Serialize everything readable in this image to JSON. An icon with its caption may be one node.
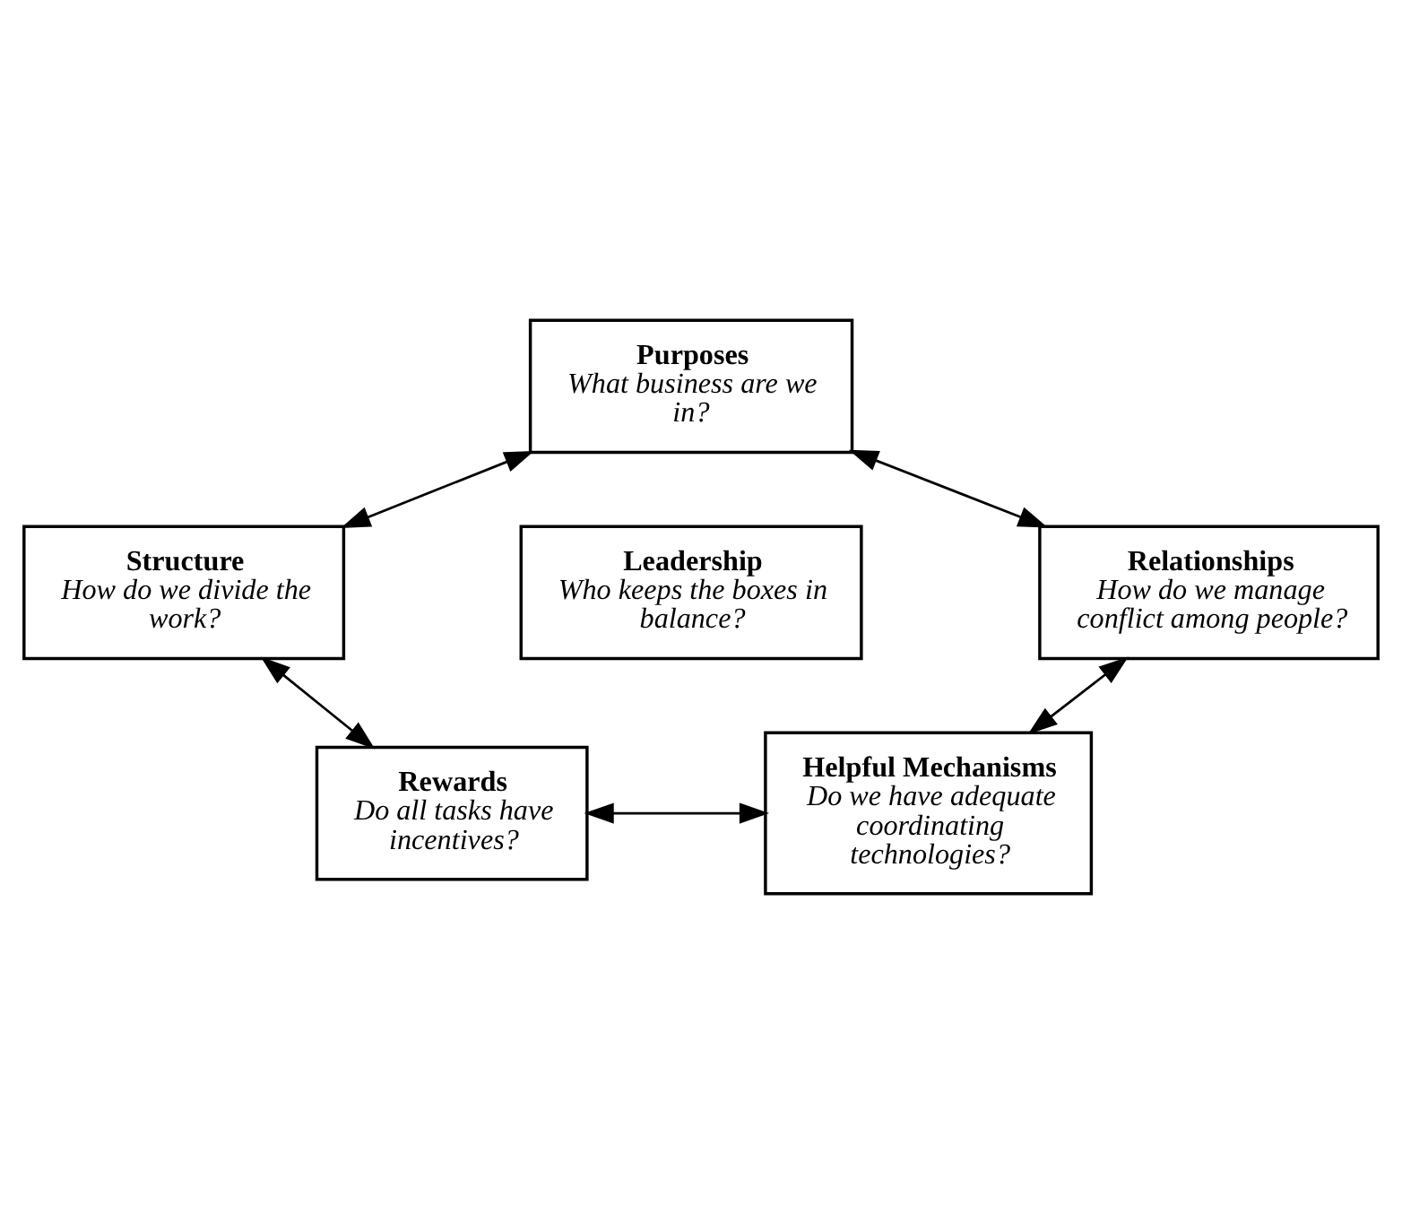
{
  "diagram": {
    "nodes": [
      {
        "text": [
          "Purposes",
          "What business are we in?"
        ]
      },
      {
        "text": [
          "Structure",
          "How do we divide the work?"
        ]
      },
      {
        "text": [
          "Rewards",
          "Do all tasks have incentives?"
        ]
      },
      {
        "text": [
          "Helpful Mechanisms",
          "Do we have adequate coordinating technologies?"
        ]
      },
      {
        "text": [
          "Relationships",
          "How do we manage conflict among people?"
        ]
      },
      {
        "text": [
          "Leadership",
          "Who keeps the boxes in balance?"
        ]
      }
    ],
    "edges": [
      {
        "from": 0,
        "to": 1,
        "arrow": "both"
      },
      {
        "from": 1,
        "to": 2,
        "arrow": "both"
      },
      {
        "from": 2,
        "to": 3,
        "arrow": "both"
      },
      {
        "from": 3,
        "to": 4,
        "arrow": "both"
      },
      {
        "from": 4,
        "to": 0,
        "arrow": "both"
      }
    ]
  }
}
